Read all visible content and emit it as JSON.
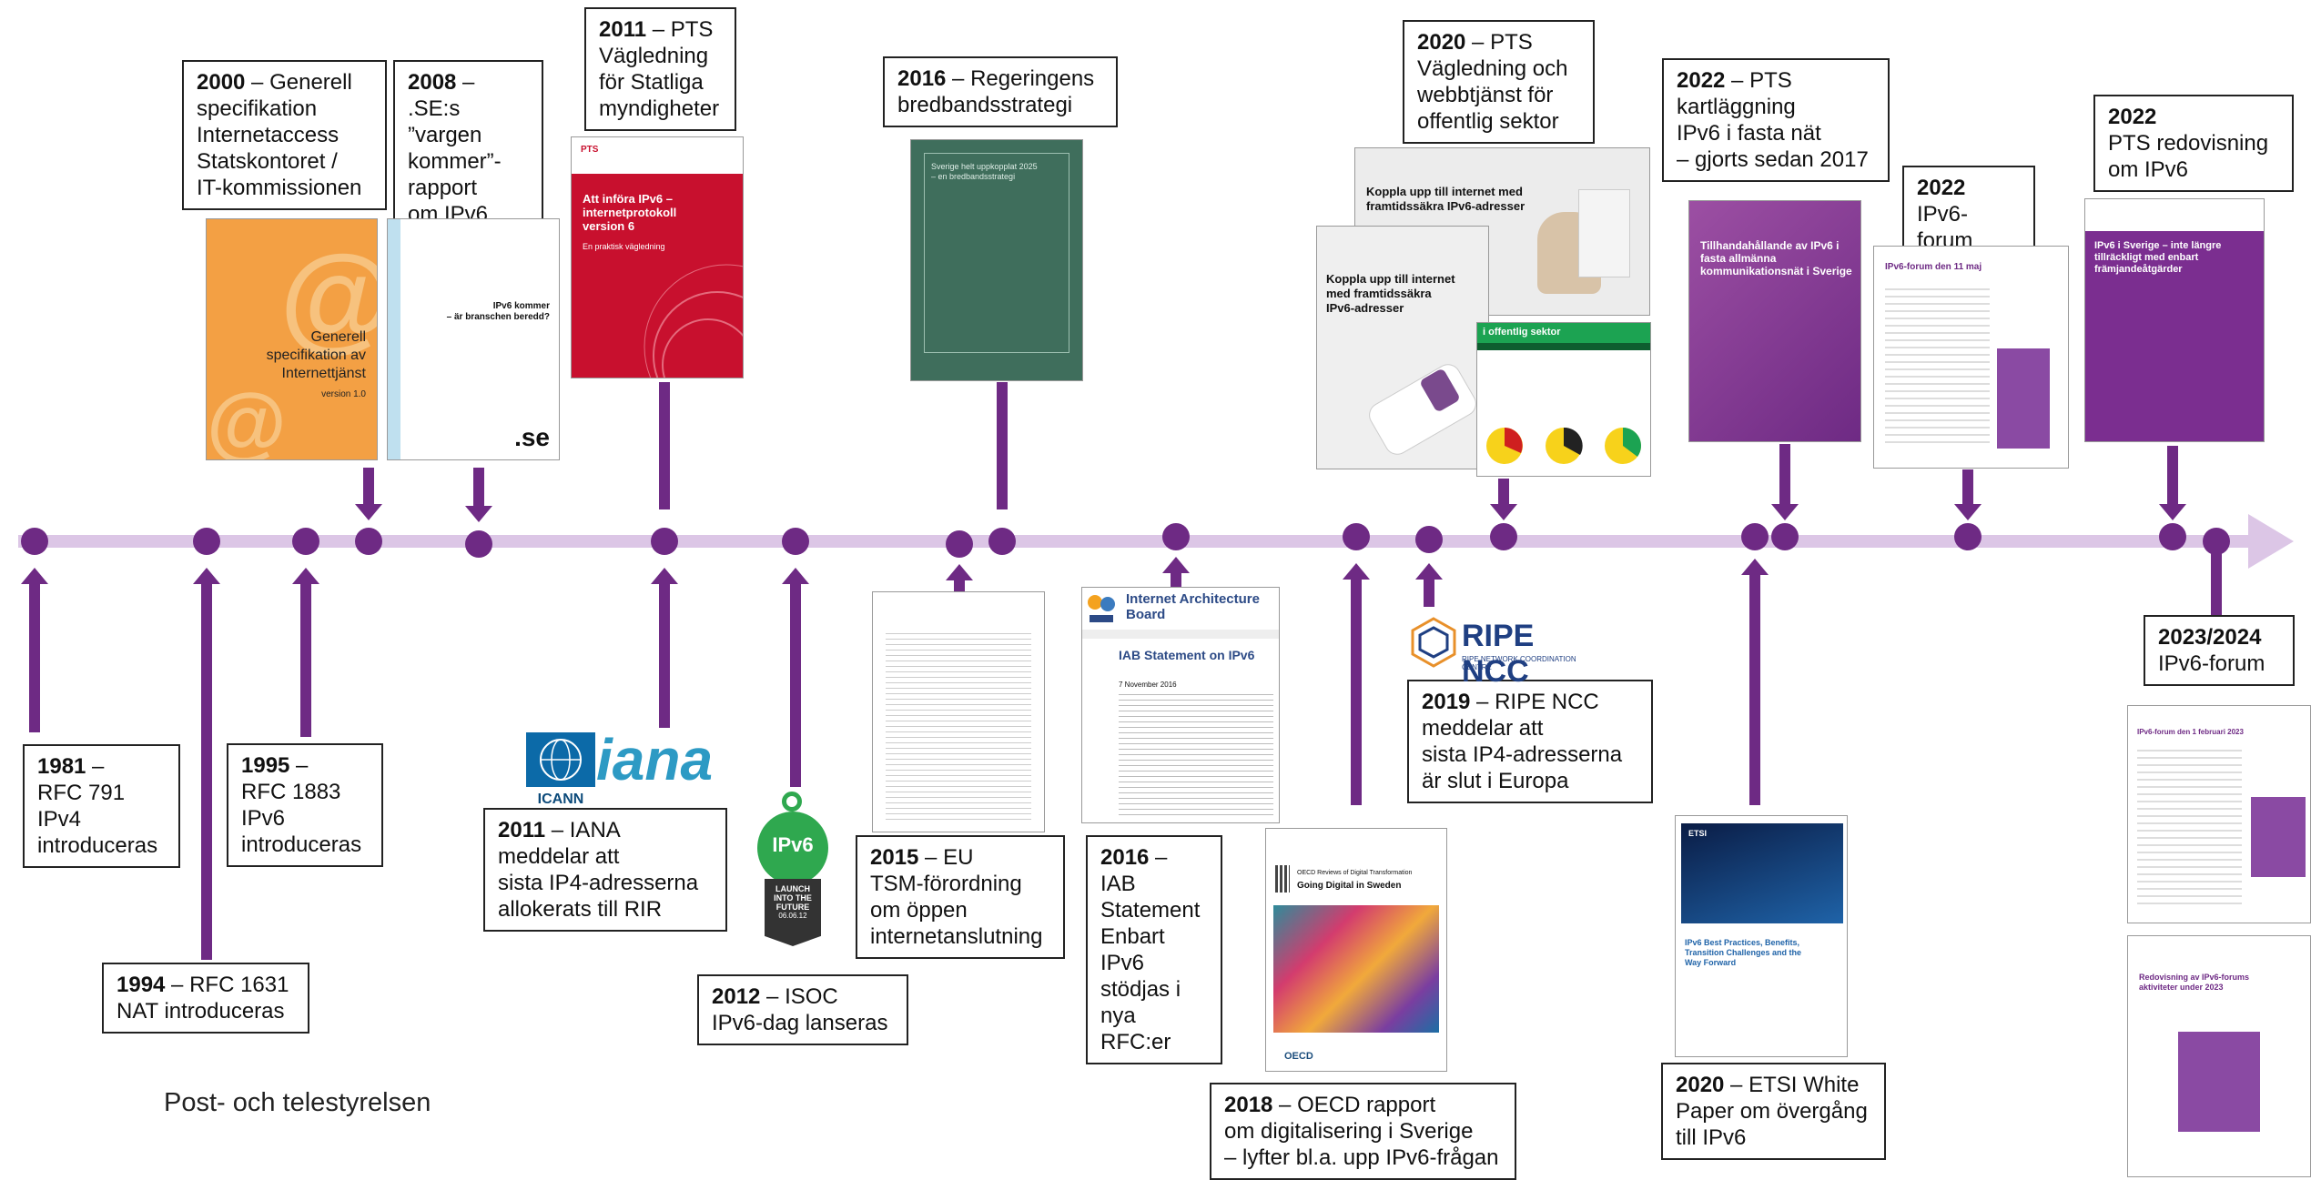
{
  "footer": "Post- och telestyrelsen",
  "events": {
    "e1981": {
      "year": "1981",
      "text": " –\nRFC 791\nIPv4\nintroduceras"
    },
    "e1994": {
      "year": "1994",
      "text": " – RFC 1631\nNAT introduceras"
    },
    "e1995": {
      "year": "1995",
      "text": " –\nRFC 1883\nIPv6\nintroduceras"
    },
    "e2000": {
      "year": "2000",
      "text": " – Generell\nspecifikation\nInternetaccess\nStatskontoret /\nIT-kommissionen"
    },
    "e2008": {
      "year": "2008",
      "text": " – .SE:s\n”vargen\nkommer”-\nrapport\nom IPv6"
    },
    "e2011a": {
      "year": "2011",
      "text": " – PTS\nVägledning\nför Statliga\nmyndigheter"
    },
    "e2011b": {
      "year": "2011",
      "text": " – IANA\nmeddelar att\nsista IP4-adresserna\nallokerats till RIR"
    },
    "e2012": {
      "year": "2012",
      "text": " – ISOC\nIPv6-dag lanseras"
    },
    "e2015": {
      "year": "2015",
      "text": " – EU\nTSM-förordning\nom öppen\ninternetanslutning"
    },
    "e2016a": {
      "year": "2016",
      "text": " – Regeringens\nbredbandsstrategi"
    },
    "e2016b": {
      "year": "2016",
      "text": " –\nIAB\nStatement\nEnbart IPv6\nstödjas i nya\nRFC:er"
    },
    "e2018": {
      "year": "2018",
      "text": " – OECD rapport\nom digitalisering i Sverige\n– lyfter bl.a. upp IPv6-frågan"
    },
    "e2019": {
      "year": "2019",
      "text": " – RIPE NCC\nmeddelar att\nsista IP4-adresserna\när slut i Europa"
    },
    "e2020a": {
      "year": "2020",
      "text": " – PTS\nVägledning och\nwebbtjänst för\noffentlig sektor"
    },
    "e2020b": {
      "year": "2020",
      "text": " – ETSI White\nPaper om övergång\ntill IPv6"
    },
    "e2022a": {
      "year": "2022",
      "text": " – PTS\nkartläggning\n IPv6 i fasta nät\n– gjorts sedan 2017"
    },
    "e2022b": {
      "year": "2022",
      "text": "\nIPv6-forum"
    },
    "e2022c": {
      "year": "2022",
      "text": "\nPTS redovisning\nom IPv6"
    },
    "e2023": {
      "year": "2023/2024",
      "text": "\nIPv6-forum"
    }
  },
  "thumbs": {
    "gen_spec": {
      "title": "Generell\nspecifikation av\nInternettjänst",
      "sub": "version 1.0"
    },
    "se_report": {
      "title": "IPv6 kommer\n– är branschen beredd?",
      "brand": ".se"
    },
    "pts_guide": {
      "title": "Att införa IPv6 –\ninternetprotokoll\nversion 6",
      "sub": "En praktisk vägledning",
      "brand": "PTS"
    },
    "broadband": {
      "title": "Sverige helt uppkopplat 2025\n– en bredbandsstrategi"
    },
    "pts_2020_a": {
      "title": "Koppla upp till internet med\nframtidssäkra IPv6-adresser"
    },
    "pts_2020_b": {
      "title": "Koppla upp till internet\nmed framtidssäkra\nIPv6-adresser"
    },
    "pts_2020_c": {
      "title": "i offentlig sektor"
    },
    "pts_2022_map": {
      "title": "Tillhandahållande av IPv6 i\nfasta allmänna\nkommunikationsnät i Sverige"
    },
    "forum_2022": {
      "title": "IPv6-forum den 11 maj"
    },
    "pts_2022_rep": {
      "title": "IPv6 i Sverige – inte längre\ntillräckligt med enbart\nfrämjandeåtgärder"
    },
    "iab": {
      "org": "Internet Architecture\nBoard",
      "title": "IAB Statement on IPv6",
      "date": "7 November 2016"
    },
    "oecd": {
      "title": "Going Digital in Sweden",
      "series": "OECD Reviews of Digital Transformation",
      "brand": "OECD"
    },
    "etsi": {
      "title": "IPv6 Best Practices, Benefits,\nTransition Challenges and the\nWay Forward"
    },
    "forum_2023a": {
      "title": "IPv6-forum den 1 februari 2023"
    },
    "forum_2023b": {
      "title": "Redovisning av IPv6-forums\naktiviteter under 2023"
    },
    "isoc_badge": {
      "ipv6": "IPv6",
      "launch": "LAUNCH\nINTO THE\nFUTURE",
      "date": "06.06.12"
    },
    "ripe": {
      "name": "RIPE NCC",
      "sub": "RIPE NETWORK COORDINATION CENTRE"
    },
    "iana": {
      "icann": "ICANN",
      "iana": "iana"
    }
  },
  "colors": {
    "accent": "#6e2a84",
    "timeline": "#dcc6e6",
    "pts_red": "#c8102e",
    "green": "#3f6e5c",
    "orange": "#f3a044"
  }
}
